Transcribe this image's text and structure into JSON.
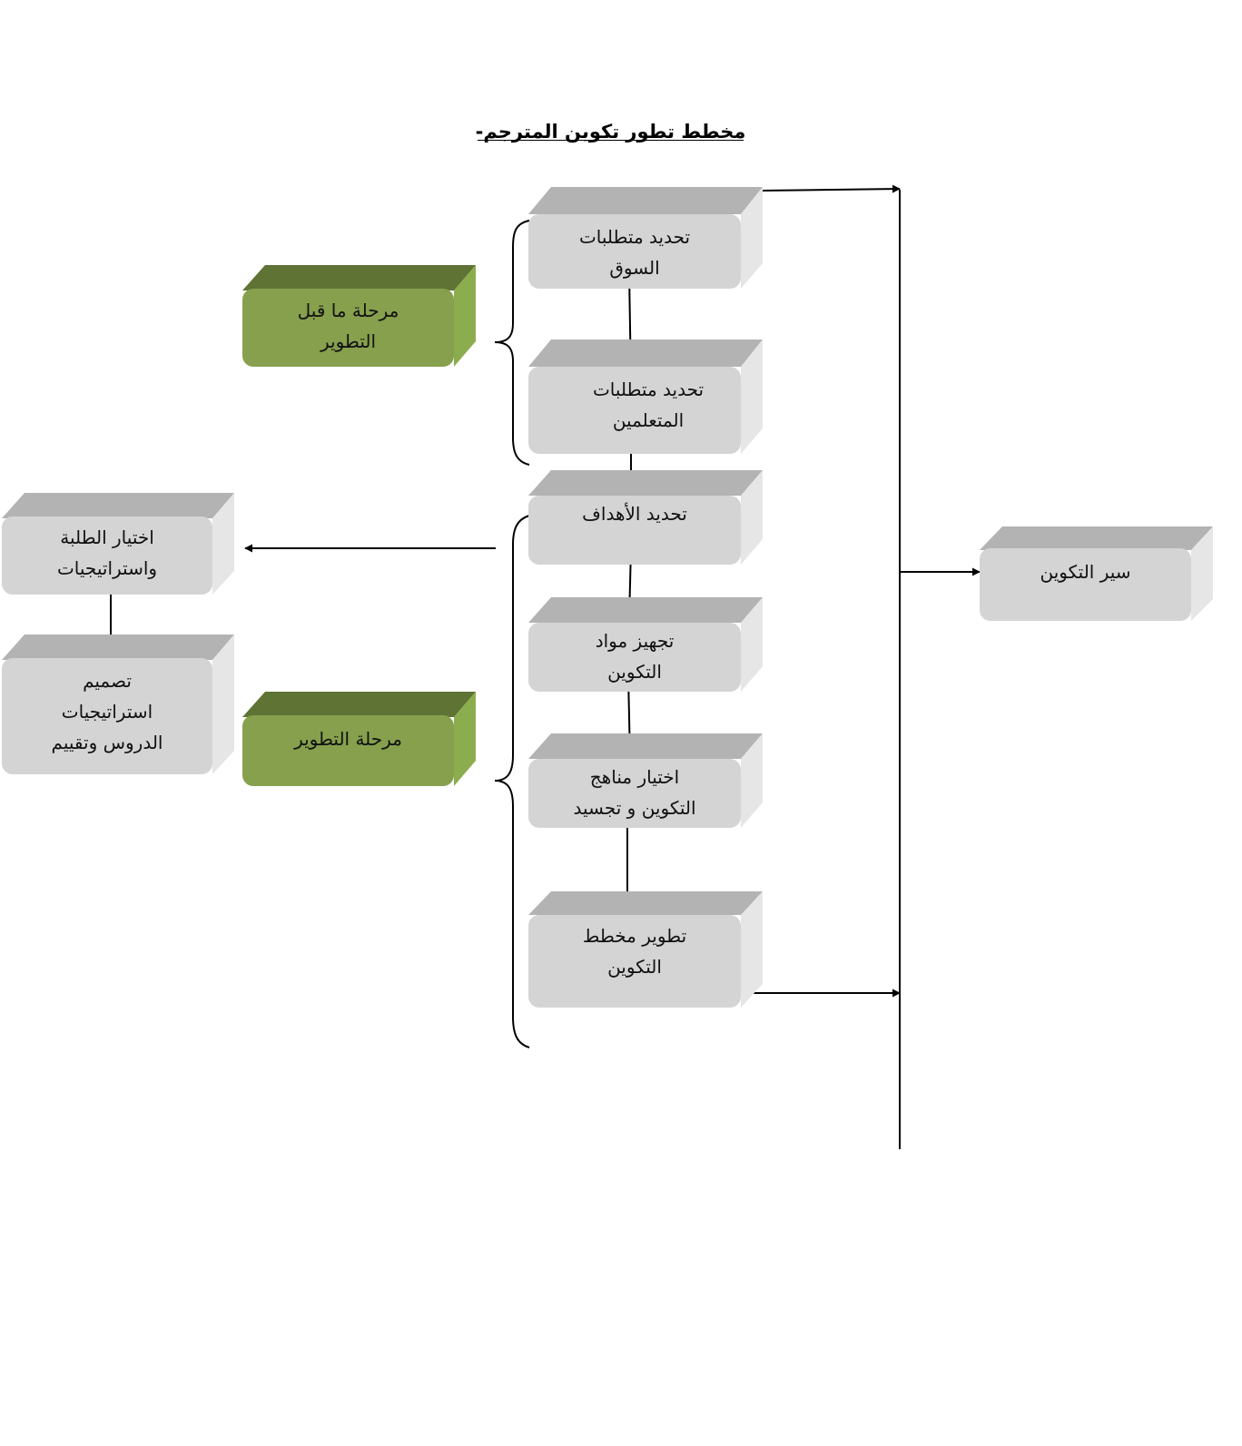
{
  "title": "مخطط تطور تكوين المترجم",
  "colors": {
    "box_front": "#d4d4d4",
    "box_top": "#b3b3b3",
    "box_side": "#e6e6e6",
    "phase_front": "#86a04d",
    "phase_top": "#5f7335",
    "phase_side": "#8cad4e",
    "line": "#000000"
  },
  "phases": {
    "pre_development": "مرحلة ما قبل\nالتطوير",
    "development": "مرحلة التطوير"
  },
  "steps": {
    "market_requirements": "تحديد متطلبات\nالسوق",
    "learner_requirements": "تحديد متطلبات\nالمتعلمين",
    "objectives": "تحديد الأهداف",
    "materials": "تجهيز مواد\nالتكوين",
    "curricula": "اختيار مناهج\nالتكوين و تجسيد",
    "plan": "تطوير مخطط\nالتكوين"
  },
  "side_steps": {
    "students_strategies": "اختيار الطلبة\nواستراتيجيات",
    "lesson_design": "تصميم\nاستراتيجيات\nالدروس وتقييم"
  },
  "outcome": "سير التكوين"
}
